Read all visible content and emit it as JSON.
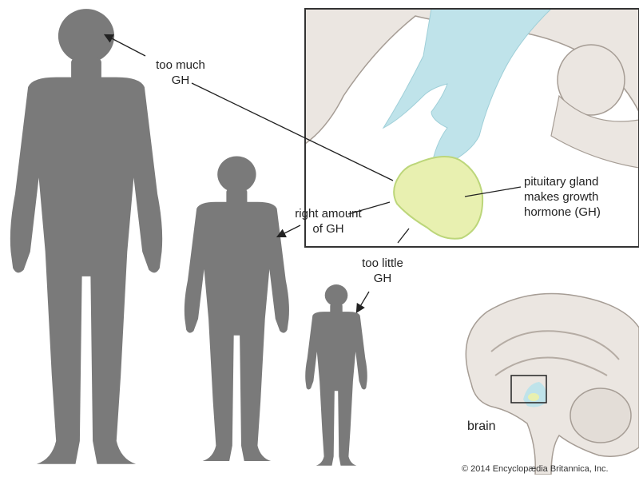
{
  "labels": {
    "too_much": "too much\nGH",
    "right_amount": "right amount\nof GH",
    "too_little": "too little\nGH",
    "pituitary": "pituitary gland\nmakes growth\nhormone (GH)",
    "brain": "brain",
    "credit": "© 2014 Encyclopædia Britannica, Inc."
  },
  "colors": {
    "silhouette": "#7a7a7a",
    "pituitary_fill": "#e8f0b0",
    "pituitary_edge": "#bcd67a",
    "stalk": "#bfe3ea",
    "brain_tissue": "#ebe6e1",
    "brain_outline": "#a69d95",
    "frame": "#333333"
  },
  "icons": {
    "arrow": "arrow-head-icon",
    "figure": "human-silhouette-icon"
  }
}
